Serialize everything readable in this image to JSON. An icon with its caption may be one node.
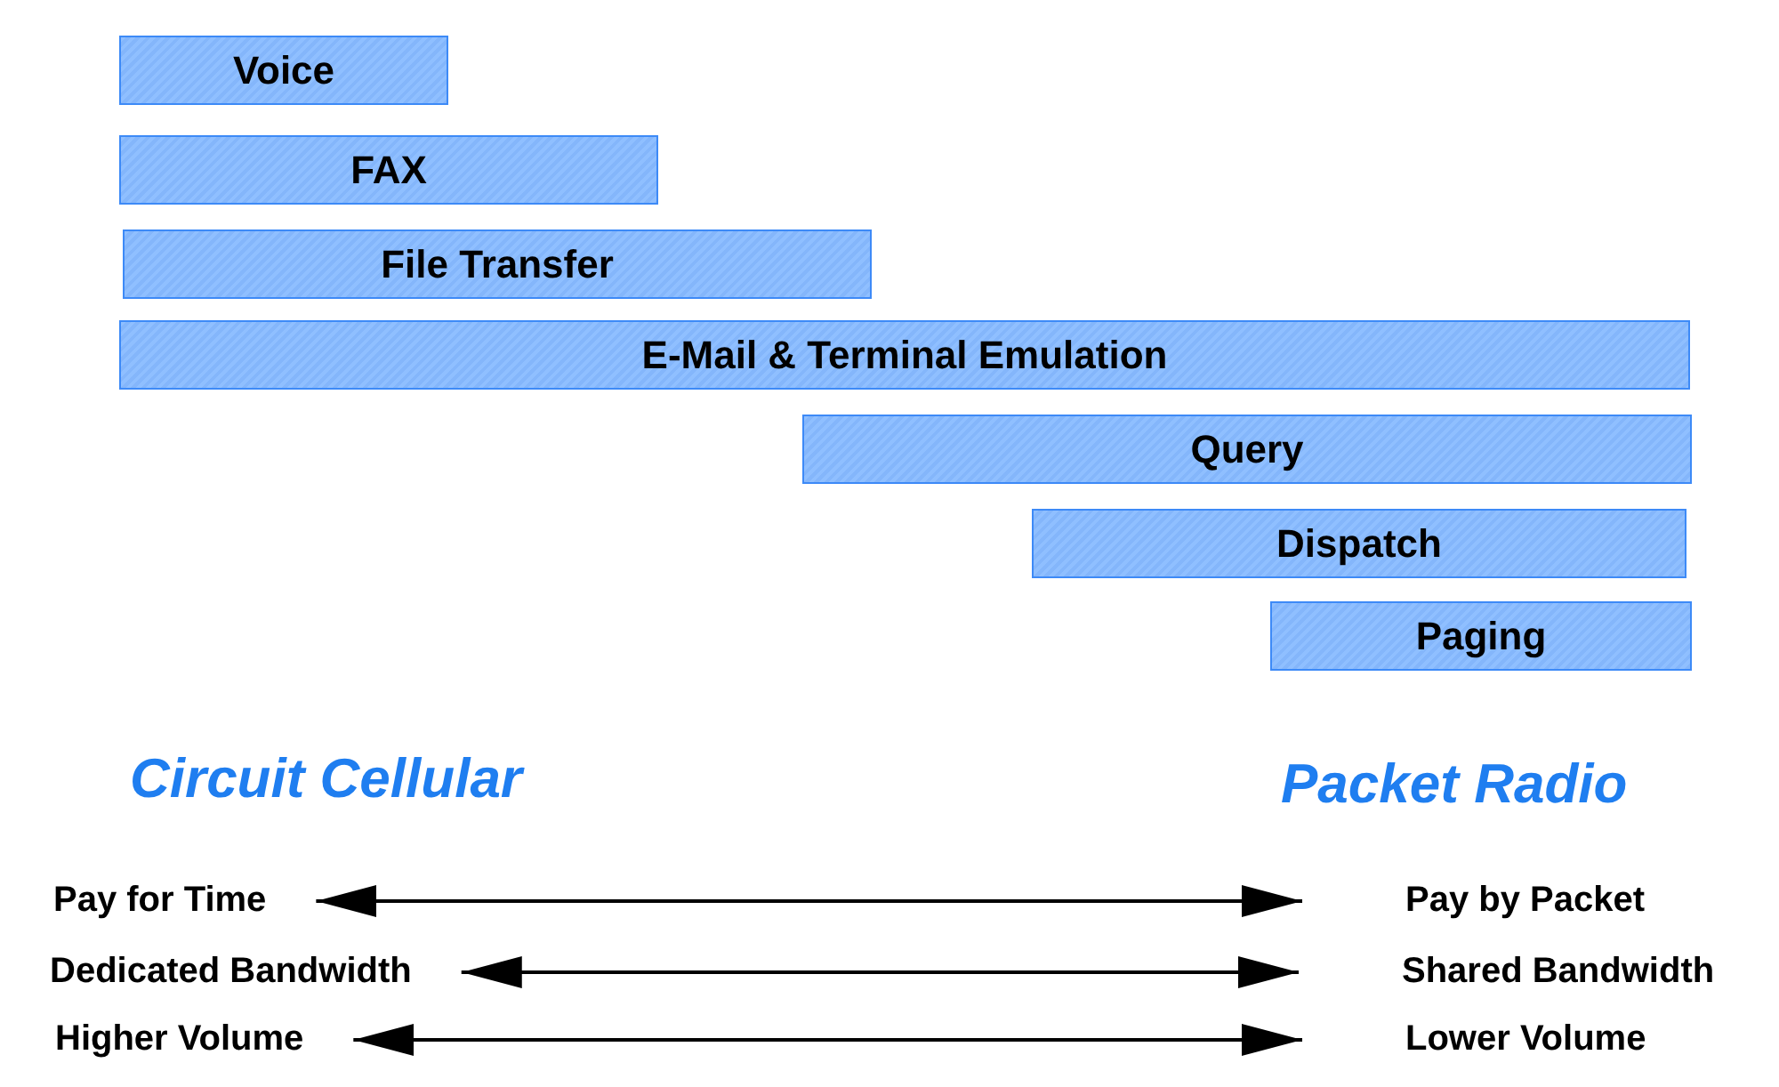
{
  "diagram": {
    "nodes": [
      {
        "text": [
          "Voice"
        ]
      },
      {
        "text": [
          "FAX"
        ]
      },
      {
        "text": [
          "File Transfer"
        ]
      },
      {
        "text": [
          "E-Mail & Terminal Emulation"
        ]
      },
      {
        "text": [
          "Query"
        ]
      },
      {
        "text": [
          "Dispatch"
        ]
      },
      {
        "text": [
          "Paging"
        ]
      },
      {
        "text": [
          "Pay for Time"
        ]
      },
      {
        "text": [
          "Pay by Packet"
        ]
      },
      {
        "text": [
          "Dedicated Bandwidth"
        ]
      },
      {
        "text": [
          "Shared Bandwidth"
        ]
      },
      {
        "text": [
          "Higher Volume"
        ]
      },
      {
        "text": [
          "Lower Volume"
        ]
      }
    ],
    "edges": [
      {
        "from": 7,
        "to": 8,
        "arrow": "both"
      },
      {
        "from": 9,
        "to": 10,
        "arrow": "both"
      },
      {
        "from": 11,
        "to": 12,
        "arrow": "both"
      }
    ],
    "labels": [
      "Circuit Cellular",
      "Packet Radio"
    ]
  }
}
